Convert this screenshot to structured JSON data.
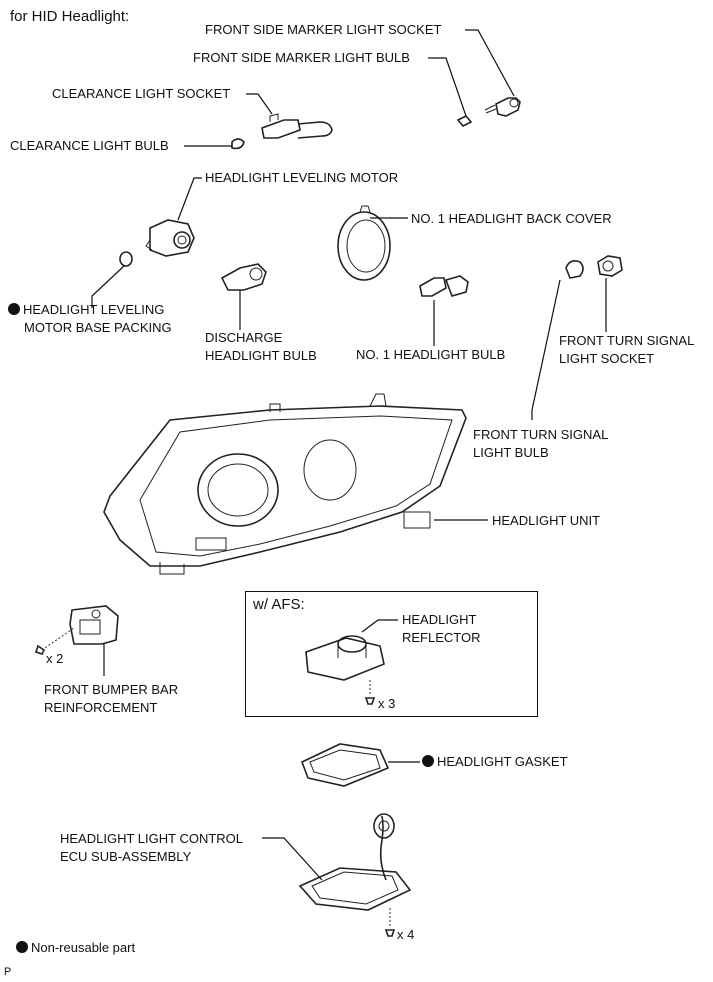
{
  "title": "for HID Headlight:",
  "afs_box_title": "w/ AFS:",
  "labels": {
    "front_side_marker_socket": "FRONT SIDE MARKER LIGHT SOCKET",
    "front_side_marker_bulb": "FRONT SIDE MARKER LIGHT BULB",
    "clearance_socket": "CLEARANCE LIGHT SOCKET",
    "clearance_bulb": "CLEARANCE LIGHT BULB",
    "leveling_motor": "HEADLIGHT LEVELING MOTOR",
    "back_cover": "NO. 1 HEADLIGHT BACK COVER",
    "leveling_packing_1": "HEADLIGHT LEVELING",
    "leveling_packing_2": "MOTOR BASE PACKING",
    "discharge_bulb_1": "DISCHARGE",
    "discharge_bulb_2": "HEADLIGHT BULB",
    "no1_bulb": "NO. 1 HEADLIGHT BULB",
    "turn_socket_1": "FRONT TURN SIGNAL",
    "turn_socket_2": "LIGHT SOCKET",
    "turn_bulb_1": "FRONT TURN SIGNAL",
    "turn_bulb_2": "LIGHT BULB",
    "headlight_unit": "HEADLIGHT UNIT",
    "reflector_1": "HEADLIGHT",
    "reflector_2": "REFLECTOR",
    "reflector_qty": "x 3",
    "bumper_qty": "x 2",
    "bumper_1": "FRONT BUMPER BAR",
    "bumper_2": "REINFORCEMENT",
    "gasket": "HEADLIGHT GASKET",
    "ecu_1": "HEADLIGHT LIGHT CONTROL",
    "ecu_2": "ECU SUB-ASSEMBLY",
    "ecu_qty": "x 4"
  },
  "legend": "Non-reusable part",
  "corner_mark": "P"
}
